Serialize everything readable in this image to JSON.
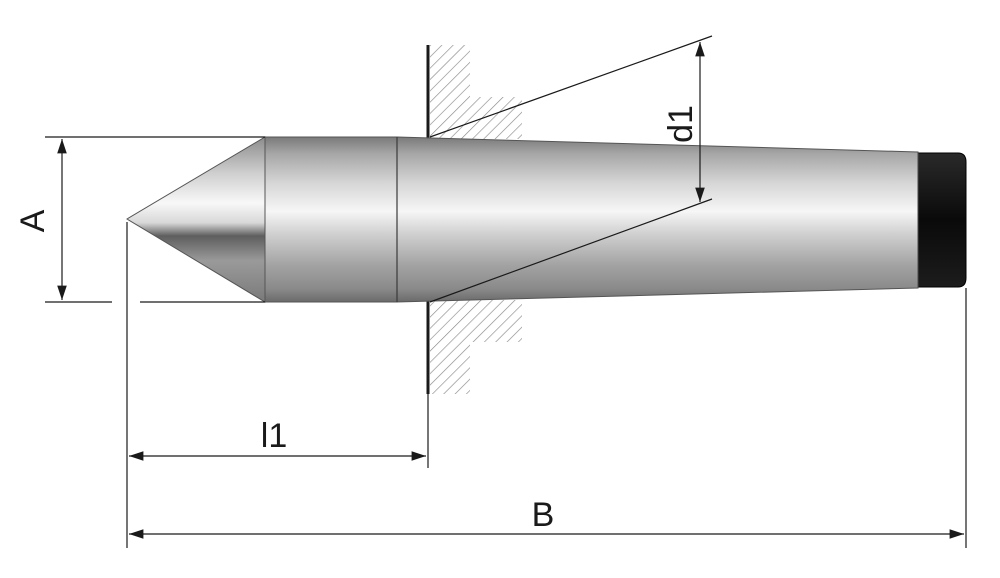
{
  "diagram": {
    "labels": {
      "A": "A",
      "d1": "d1",
      "l1": "l1",
      "B": "B"
    },
    "colors": {
      "line": "#1a1a1a",
      "hatch": "#8a8a8a",
      "steel_dark": "#6e6e6e",
      "steel_mid": "#b4b4b4",
      "steel_light": "#f4f4f4",
      "cap": "#111111"
    }
  }
}
